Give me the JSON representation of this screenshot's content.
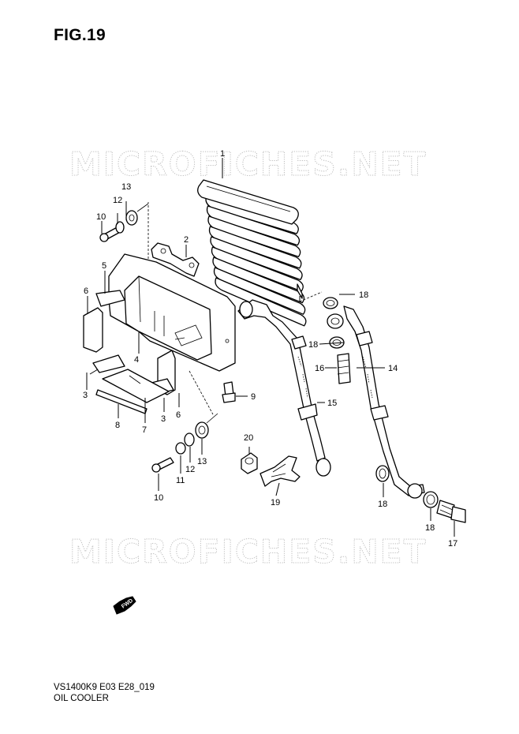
{
  "figure": {
    "title": "FIG.19"
  },
  "watermarks": [
    "MICROFICHES.NET",
    "MICROFICHES.NET"
  ],
  "callouts": [
    "1",
    "2",
    "3",
    "3",
    "4",
    "5",
    "6",
    "6",
    "7",
    "8",
    "9",
    "10",
    "10",
    "11",
    "12",
    "12",
    "13",
    "13",
    "14",
    "15",
    "16",
    "17",
    "18",
    "18",
    "18",
    "18",
    "19",
    "20"
  ],
  "direction_badge": "FWD",
  "footer": {
    "code": "VS1400K9 E03 E28_019",
    "section": "OIL COOLER"
  }
}
